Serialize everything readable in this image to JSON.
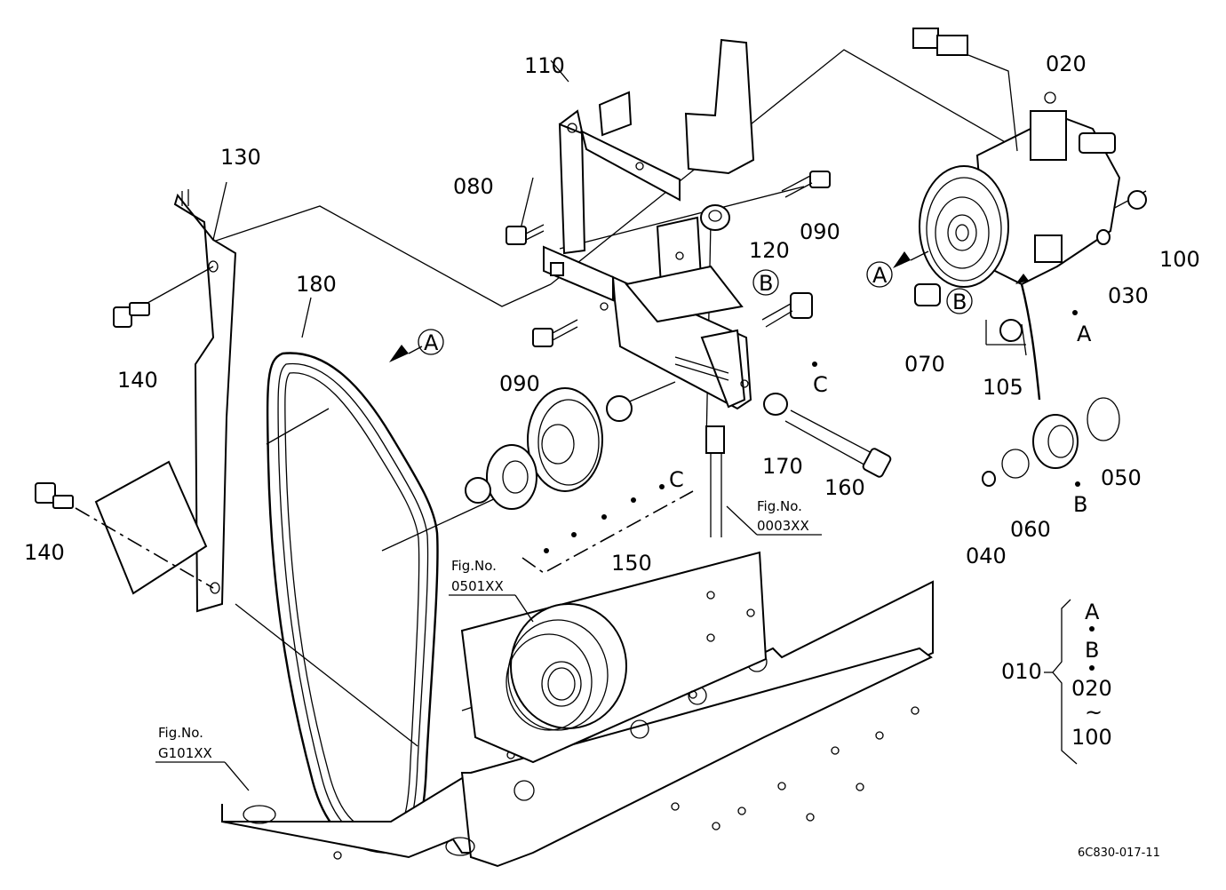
{
  "parts": {
    "p020": "020",
    "p110": "110",
    "p130": "130",
    "p080": "080",
    "p090a": "090",
    "p120": "120",
    "p090b": "090",
    "p100": "100",
    "p030": "030",
    "p180": "180",
    "p140a": "140",
    "p070": "070",
    "p105": "105",
    "p170": "170",
    "p160": "160",
    "p150": "150",
    "p140b": "140",
    "p050": "050",
    "p060": "060",
    "p040": "040",
    "p010": "010"
  },
  "markers": {
    "a_belt": "A",
    "b_bracket": "B",
    "a_comp": "A",
    "b_comp": "B",
    "c_bolt": "C",
    "c_pulley": "C",
    "a_group": "A",
    "b_group": "B"
  },
  "references": {
    "fig_0003": {
      "label": "Fig.No.",
      "code": "0003XX"
    },
    "fig_0501": {
      "label": "Fig.No.",
      "code": "0501XX"
    },
    "fig_g101": {
      "label": "Fig.No.",
      "code": "G101XX"
    }
  },
  "legend": {
    "a": "A",
    "b": "B",
    "start": "020",
    "tilde": "~",
    "end": "100"
  },
  "diagram_code": "6C830-017-11"
}
